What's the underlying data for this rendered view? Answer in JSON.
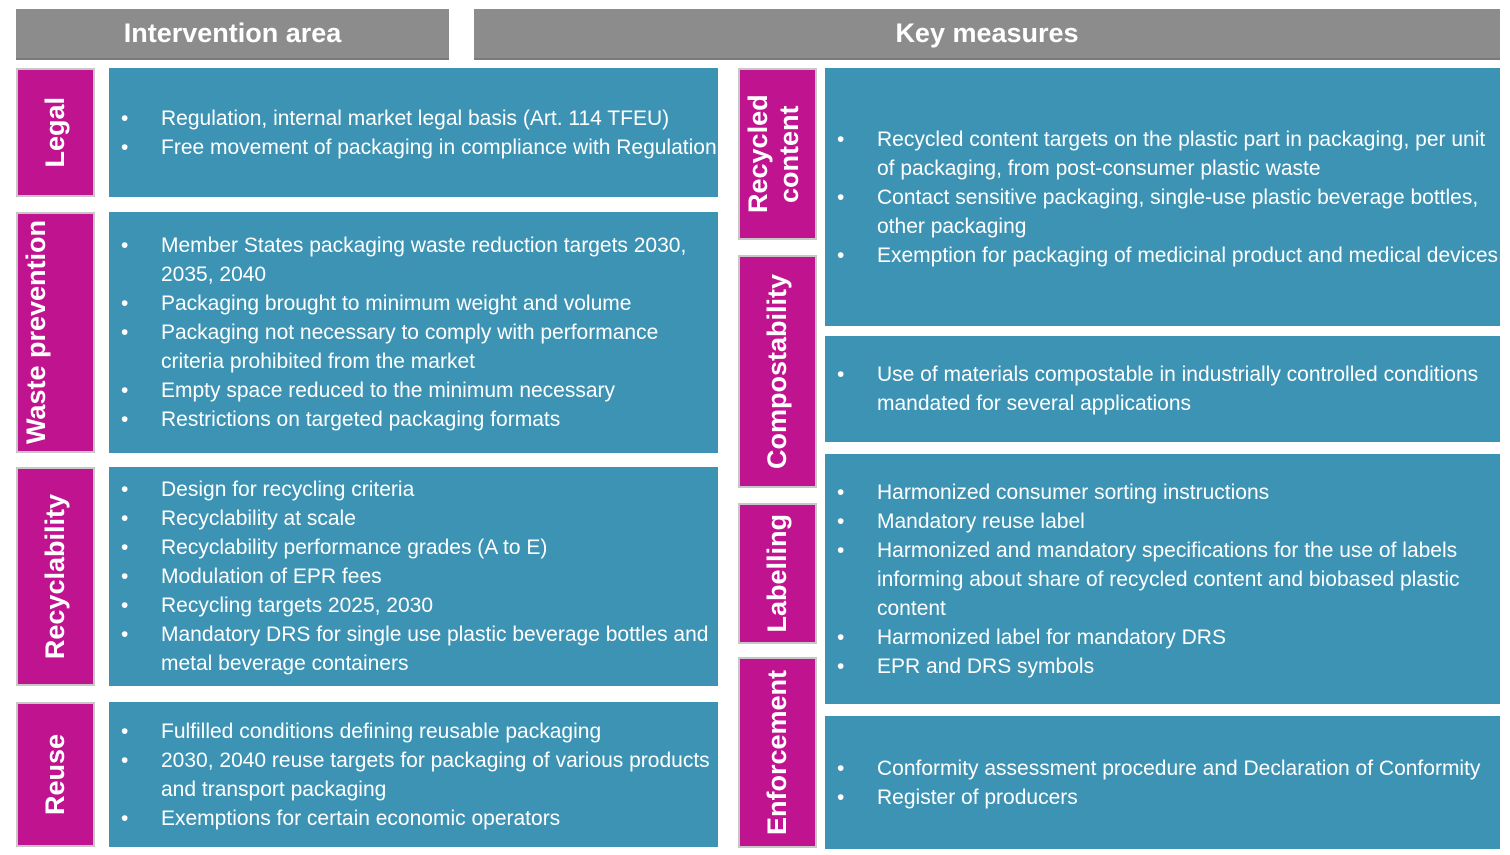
{
  "headers": {
    "left": "Intervention area",
    "right": "Key measures"
  },
  "left_tags": [
    "Legal",
    "Waste prevention",
    "Recyclability",
    "Reuse"
  ],
  "right_tags": [
    "Recycled content",
    "Compostability",
    "Labelling",
    "Enforcement"
  ],
  "left_boxes": [
    [
      "Regulation, internal market legal basis (Art. 114 TFEU)",
      "Free movement of packaging in compliance with Regulation"
    ],
    [
      "Member States packaging waste reduction targets 2030, 2035, 2040",
      "Packaging brought to minimum weight and volume",
      "Packaging not necessary to comply with performance criteria prohibited from the market",
      "Empty space reduced to the minimum necessary",
      "Restrictions on targeted packaging formats"
    ],
    [
      "Design for recycling criteria",
      "Recyclability at scale",
      "Recyclability performance grades (A to E)",
      "Modulation of EPR fees",
      "Recycling targets 2025, 2030",
      "Mandatory DRS for single use plastic beverage bottles and metal beverage containers"
    ],
    [
      "Fulfilled conditions defining reusable packaging",
      "2030, 2040 reuse targets for packaging of various products and transport packaging",
      "Exemptions for certain economic operators"
    ]
  ],
  "right_boxes": [
    [
      "Recycled content targets on the plastic part in packaging, per unit of packaging, from post-consumer plastic waste",
      "Contact sensitive packaging, single-use plastic beverage bottles, other packaging",
      "Exemption for packaging of medicinal product and medical devices"
    ],
    [
      "Use of materials compostable in industrially controlled conditions mandated for several applications"
    ],
    [
      "Harmonized consumer sorting instructions",
      "Mandatory reuse label",
      "Harmonized and mandatory specifications for the use of labels informing about share of recycled content and biobased plastic content",
      "Harmonized label for mandatory DRS",
      "EPR and DRS symbols"
    ],
    [
      "Conformity assessment procedure and Declaration of Conformity",
      "Register of producers"
    ]
  ]
}
